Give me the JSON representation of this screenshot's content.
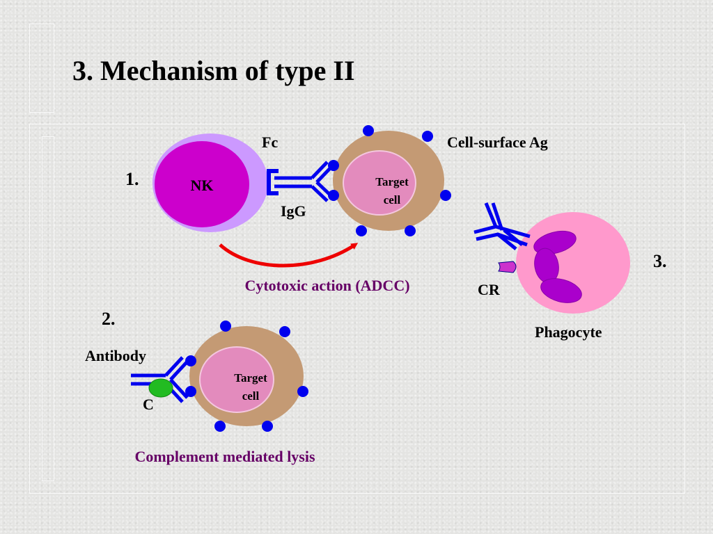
{
  "slide": {
    "title": "3. Mechanism of type II"
  },
  "panel1": {
    "number": "1.",
    "nk_label": "NK",
    "fc_label": "Fc",
    "igg_label": "IgG",
    "antigen_label": "Cell-surface Ag",
    "target_label_line1": "Target",
    "target_label_line2": "cell",
    "action_label": "Cytotoxic action (ADCC)"
  },
  "panel2": {
    "number": "2.",
    "antibody_label": "Antibody",
    "complement_label": "C",
    "target_label_line1": "Target",
    "target_label_line2": "cell",
    "action_label": "Complement mediated lysis"
  },
  "panel3": {
    "number": "3.",
    "cr_label": "CR",
    "phagocyte_label": "Phagocyte"
  },
  "colors": {
    "nk_cell": "#cc00cc",
    "nk_halo": "#cc99ff",
    "target_outer": "#c49a74",
    "target_inner": "#e38bbd",
    "antigen": "#0000ee",
    "antibody": "#0000ee",
    "complement": "#22bb22",
    "phagocyte": "#ff99cc",
    "phagocyte_nucleus": "#aa00cc",
    "arrow": "#ee0000",
    "action_text": "#660066"
  }
}
